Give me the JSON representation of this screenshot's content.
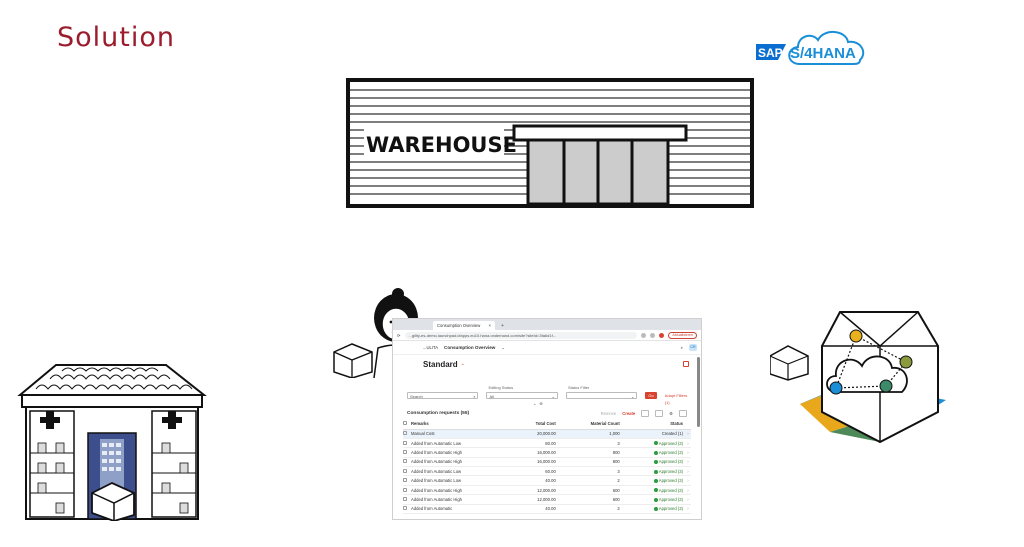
{
  "slide": {
    "title": "Solution"
  },
  "logo": {
    "sap_text": "SAP",
    "product_text": "S/4HANA",
    "sap_color": "#0a6ed1",
    "hana_color": "#1a8fd8"
  },
  "warehouse": {
    "sign_text": "WAREHOUSE"
  },
  "browser": {
    "tab_title": "Consumption Overview",
    "url": "...gility-es-demo.launchpad.cfapps.eu10.hana.ondemand.com/site?siteId=3fa6d1f...",
    "update_badge": "Aktualisieren"
  },
  "app": {
    "company": "...ULITA",
    "app_title": "Consumption Overview",
    "variant_name": "Standard",
    "avatar_initials": "CR",
    "filters": {
      "search_placeholder": "Search",
      "editing_status_label": "Editing Status",
      "editing_status_value": "All",
      "status_filter_label": "Status Filter",
      "go_label": "Go",
      "adapt_filters_label": "Adapt Filters (1)"
    },
    "table": {
      "title": "Consumption requests (55)",
      "remove_label": "Remove",
      "create_label": "Create",
      "columns": {
        "remarks": "Remarks",
        "total_cost": "Total Cost",
        "material_count": "Material Count",
        "status": "Status"
      },
      "rows": [
        {
          "remarks": "Manual Cost",
          "total_cost": "20,000.00",
          "material_count": "1,000",
          "status": "Created (1)",
          "approved": false
        },
        {
          "remarks": "Added from Automatic Low",
          "total_cost": "80.00",
          "material_count": "3",
          "status": "Approved (3)",
          "approved": true
        },
        {
          "remarks": "Added from Automatic High",
          "total_cost": "16,000.00",
          "material_count": "800",
          "status": "Approved (3)",
          "approved": true
        },
        {
          "remarks": "Added from Automatic High",
          "total_cost": "16,000.00",
          "material_count": "800",
          "status": "Approved (3)",
          "approved": true
        },
        {
          "remarks": "Added from Automatic Low",
          "total_cost": "60.00",
          "material_count": "3",
          "status": "Approved (3)",
          "approved": true
        },
        {
          "remarks": "Added from Automatic Low",
          "total_cost": "40.00",
          "material_count": "2",
          "status": "Approved (3)",
          "approved": true
        },
        {
          "remarks": "Added from Automatic High",
          "total_cost": "12,000.00",
          "material_count": "600",
          "status": "Approved (3)",
          "approved": true
        },
        {
          "remarks": "Added from Automatic High",
          "total_cost": "12,000.00",
          "material_count": "600",
          "status": "Approved (3)",
          "approved": true
        },
        {
          "remarks": "Added from Automatic",
          "total_cost": "40.00",
          "material_count": "2",
          "status": "Approved (3)",
          "approved": true
        }
      ]
    }
  }
}
